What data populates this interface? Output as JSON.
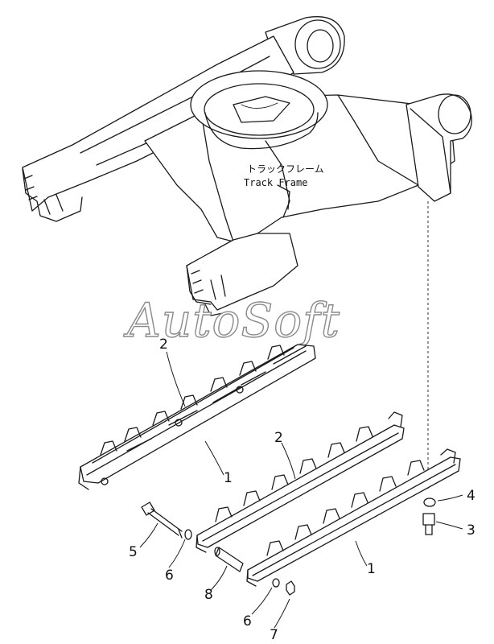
{
  "drawing": {
    "frame_label_jp": "トラックフレーム",
    "frame_label_en": "Track  Frame",
    "watermark": "AutoSoft"
  },
  "callouts": [
    {
      "id": "c2a",
      "text": "2"
    },
    {
      "id": "c1a",
      "text": "1"
    },
    {
      "id": "c2b",
      "text": "2"
    },
    {
      "id": "c4",
      "text": "4"
    },
    {
      "id": "c3",
      "text": "3"
    },
    {
      "id": "c5",
      "text": "5"
    },
    {
      "id": "c6a",
      "text": "6"
    },
    {
      "id": "c8",
      "text": "8"
    },
    {
      "id": "c1b",
      "text": "1"
    },
    {
      "id": "c6b",
      "text": "6"
    },
    {
      "id": "c7",
      "text": "7"
    }
  ]
}
